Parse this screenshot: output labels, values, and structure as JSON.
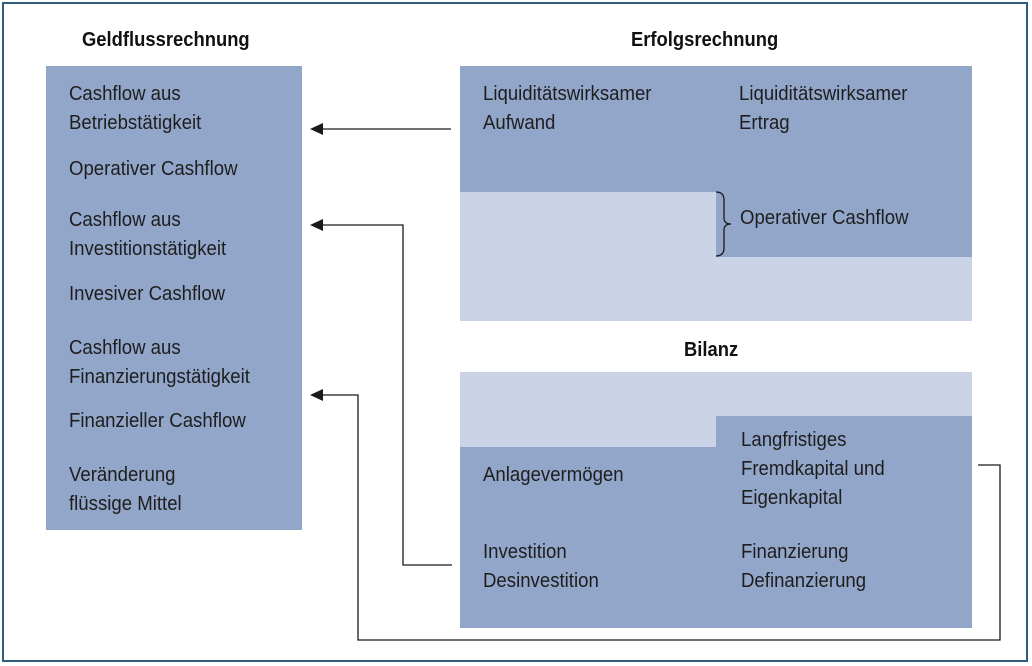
{
  "geldfluss": {
    "title": "Geldflussrechnung",
    "cf_betrieb": "Cashflow aus\nBetriebstätigkeit",
    "operativ": "Operativer Cashflow",
    "cf_invest": "Cashflow aus\nInvestitionstätigkeit",
    "investiv": "Invesiver Cashflow",
    "cf_finanz": "Cashflow aus\nFinanzierungstätigkeit",
    "finanziell": "Finanzieller Cashflow",
    "veraenderung": "Veränderung\nflüssige Mittel"
  },
  "erfolg": {
    "title": "Erfolgsrechnung",
    "aufwand": "Liquiditätswirksamer\nAufwand",
    "ertrag": "Liquiditätswirksamer\nErtrag",
    "operativ": "Operativer Cashflow"
  },
  "bilanz": {
    "title": "Bilanz",
    "anlage": "Anlagevermögen",
    "kapital": "Langfristiges\nFremdkapital und\nEigenkapital",
    "investition": "Investition\nDesinvestition",
    "finanzierung": "Finanzierung\nDefinanzierung"
  }
}
